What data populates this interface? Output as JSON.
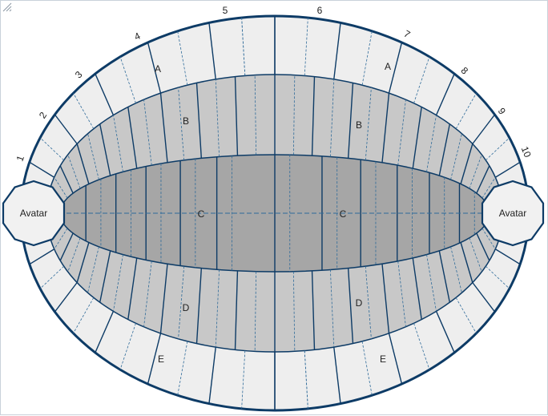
{
  "diagram": {
    "seat_numbers": [
      "1",
      "2",
      "3",
      "4",
      "5",
      "6",
      "7",
      "8",
      "9",
      "10"
    ],
    "sections": {
      "top_outer": [
        "A",
        "A"
      ],
      "top_middle": [
        "B",
        "B"
      ],
      "center": [
        "C",
        "C"
      ],
      "bottom_middle": [
        "D",
        "D"
      ],
      "bottom_outer": [
        "E",
        "E"
      ]
    },
    "avatars": {
      "left": "Avatar",
      "right": "Avatar"
    },
    "colors": {
      "outline": "#0d3b66",
      "outer_ring": "#eeeeee",
      "middle_ring": "#c8c8c8",
      "center": "#a6a6a6",
      "dashed": "#2f6b9a",
      "avatar_fill": "#f1f1f1"
    }
  }
}
